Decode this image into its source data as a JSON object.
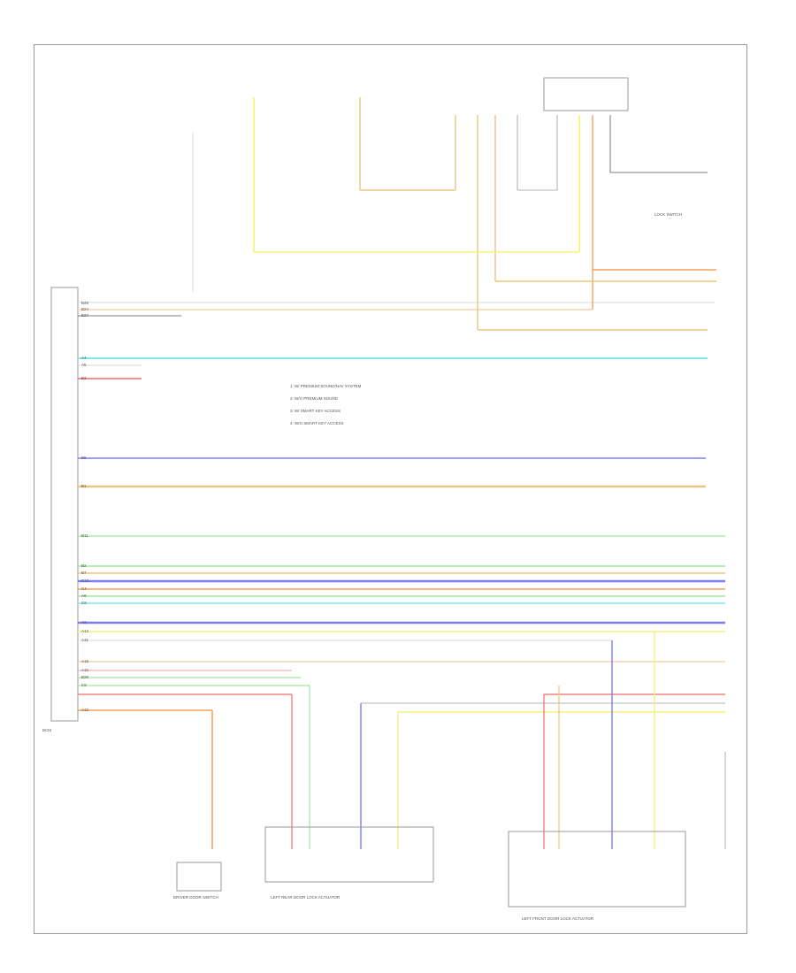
{
  "diagram": {
    "legend": [
      "1: W/ PREMIUM SOUND/NAV SYSTEM",
      "2: W/O PREMIUM SOUND",
      "3: W/ SMART KEY ACCESS",
      "4: W/O SMART KEY ACCESS"
    ],
    "left_pins": [
      "B25",
      "B24",
      "B27",
      "A4",
      "A5",
      "B3",
      "B9",
      "B1",
      "B11",
      "B2",
      "B7",
      "C12",
      "C4",
      "A8",
      "C6",
      "A9",
      "A13",
      "A31",
      "A18",
      "A10",
      "B20",
      "C8",
      "A12"
    ],
    "wire_colors": {
      "white": "#d9d9d9",
      "orange": "#f5a25a",
      "yellow": "#f5f27a",
      "cyan": "#7fe8ea",
      "red": "#f26a6a",
      "blue": "#7e7ef2",
      "tan": "#e8c780",
      "green": "#9de89d",
      "peach": "#f8d4b0",
      "pink": "#f6b0b0",
      "gray": "#9a9a9a"
    },
    "components": {
      "body_control_module": "BCM",
      "left_rear_door_lock_actuator": "LEFT REAR DOOR LOCK ACTUATOR",
      "left_front_door_lock_actuator": "LEFT FRONT DOOR LOCK ACTUATOR",
      "driver_door_switch": "DRIVER DOOR SWITCH",
      "lock_switch": "LOCK SWITCH"
    }
  }
}
